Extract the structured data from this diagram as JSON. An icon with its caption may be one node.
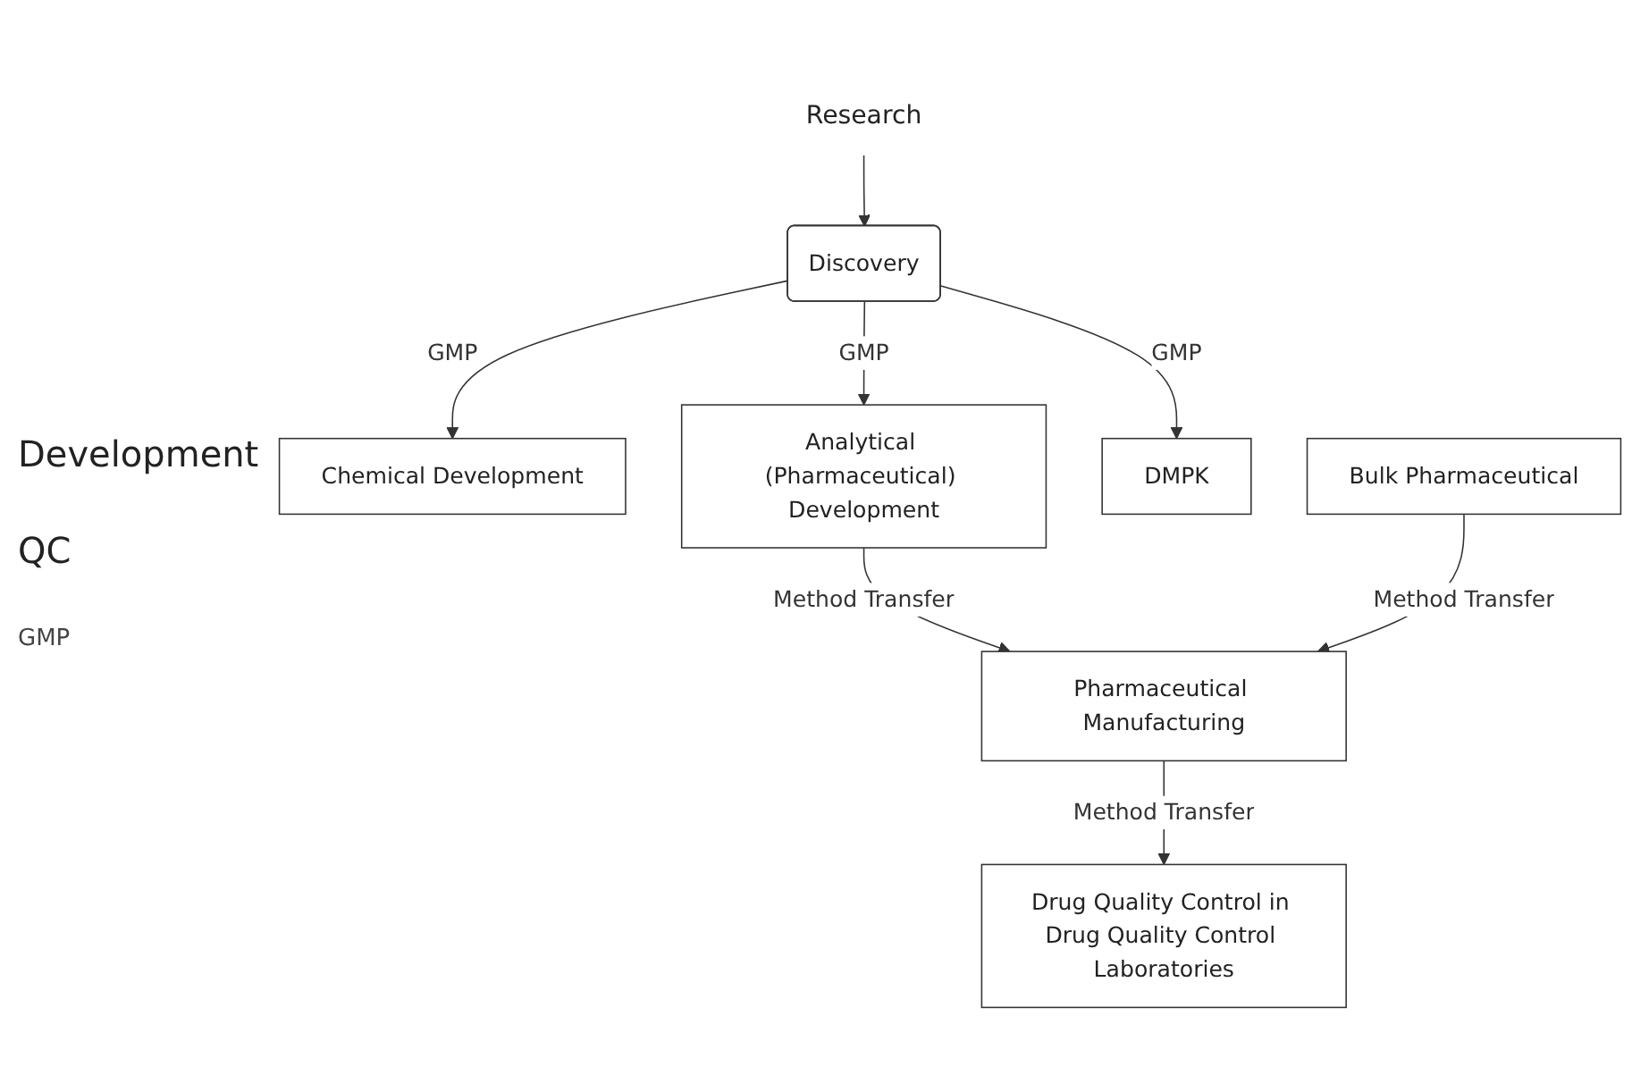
{
  "diagram": {
    "nodes": [
      {
        "text": [
          "Research"
        ]
      },
      {
        "text": [
          "Discovery"
        ]
      },
      {
        "text": [
          "Chemical Development"
        ]
      },
      {
        "text": [
          "Analytical (Pharmaceutical) Development"
        ]
      },
      {
        "text": [
          "DMPK"
        ]
      },
      {
        "text": [
          "Bulk Pharmaceutical"
        ]
      },
      {
        "text": [
          "Pharmaceutical Manufacturing"
        ]
      },
      {
        "text": [
          "Drug Quality Control in Drug Quality Control Laboratories"
        ]
      }
    ],
    "edges": [
      {
        "from": 0,
        "to": 1,
        "arrow": "to"
      },
      {
        "from": 1,
        "to": 2,
        "label": "GMP",
        "arrow": "to"
      },
      {
        "from": 1,
        "to": 3,
        "label": "GMP",
        "arrow": "to"
      },
      {
        "from": 1,
        "to": 4,
        "label": "GMP",
        "arrow": "to"
      },
      {
        "from": 3,
        "to": 6,
        "label": "Method Transfer",
        "arrow": "to"
      },
      {
        "from": 5,
        "to": 6,
        "label": "Method Transfer",
        "arrow": "to"
      },
      {
        "from": 6,
        "to": 7,
        "label": "Method Transfer",
        "arrow": "to"
      }
    ],
    "labels": [
      "Development",
      "QC",
      "GMP"
    ]
  }
}
